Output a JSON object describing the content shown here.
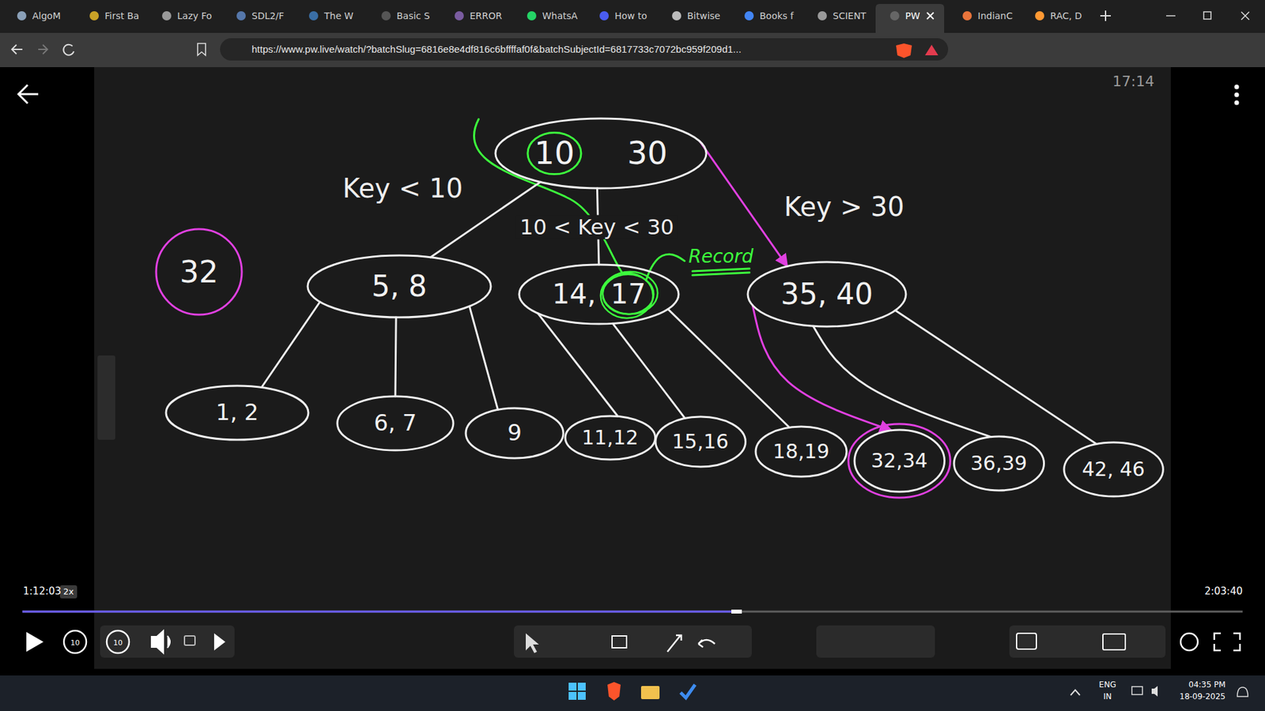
{
  "diagram": {
    "nodes": [
      {
        "text": [
          "10",
          "30"
        ]
      },
      {
        "text": [
          "32"
        ]
      },
      {
        "text": [
          "5, 8"
        ]
      },
      {
        "text": [
          "14,",
          "17"
        ]
      },
      {
        "text": [
          "35, 40"
        ]
      },
      {
        "text": [
          "1, 2"
        ]
      },
      {
        "text": [
          "6, 7"
        ]
      },
      {
        "text": [
          "9"
        ]
      },
      {
        "text": [
          "11,12"
        ]
      },
      {
        "text": [
          "15,16"
        ]
      },
      {
        "text": [
          "18,19"
        ]
      },
      {
        "text": [
          "32,34"
        ]
      },
      {
        "text": [
          "36,39"
        ]
      },
      {
        "text": [
          "42, 46"
        ]
      }
    ],
    "edges": [
      {
        "from": 0,
        "to": 2,
        "arrow": "none",
        "label": "Key < 10"
      },
      {
        "from": 0,
        "to": 3,
        "arrow": "none",
        "label": "10 < Key < 30"
      },
      {
        "from": 0,
        "to": 4,
        "arrow": "to",
        "label": "Key > 30"
      },
      {
        "from": 2,
        "to": 5,
        "arrow": "none"
      },
      {
        "from": 2,
        "to": 6,
        "arrow": "none"
      },
      {
        "from": 2,
        "to": 7,
        "arrow": "none"
      },
      {
        "from": 3,
        "to": 8,
        "arrow": "none"
      },
      {
        "from": 3,
        "to": 9,
        "arrow": "none"
      },
      {
        "from": 3,
        "to": 10,
        "arrow": "none"
      },
      {
        "from": 4,
        "to": 11,
        "arrow": "to"
      },
      {
        "from": 4,
        "to": 12,
        "arrow": "none"
      },
      {
        "from": 4,
        "to": 13,
        "arrow": "none"
      }
    ],
    "labels": [
      "AlgoM",
      "First Ba",
      "Lazy Fo",
      "SDL2/F",
      "The W",
      "Basic S",
      "ERROR",
      "WhatsA",
      "How to",
      "Bitwise",
      "Books f",
      "SCIENT",
      "PW",
      "IndianC",
      "RAC, D",
      "https://www.pw.live/watch/?batchSlug=6816e8e4df816c6bffffaf0f&batchSubjectId=6817733c7072bc959f209d1...",
      "17:14",
      "1:12:03",
      "2x",
      "2:03:40",
      "10",
      "10",
      "ENG",
      "IN",
      "04:35 PM",
      "18-09-2025",
      "Record"
    ]
  }
}
